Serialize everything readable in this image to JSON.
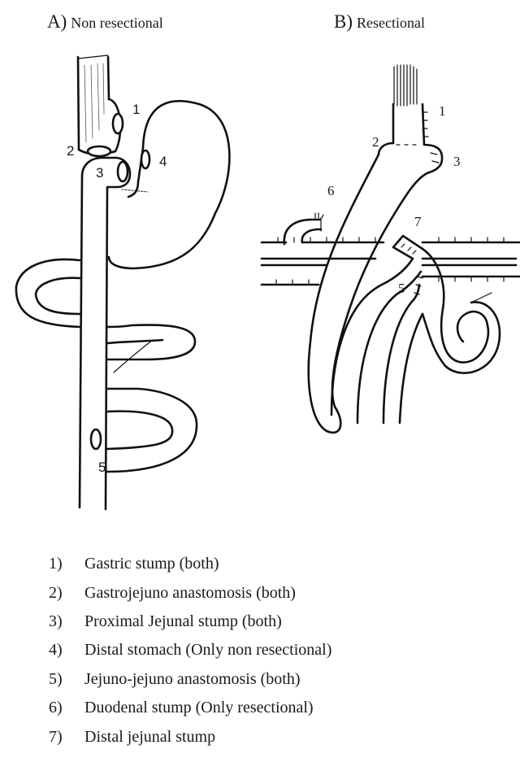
{
  "panels": {
    "a": {
      "letter": "A)",
      "subtitle": "Non resectional",
      "markers": [
        "1",
        "2",
        "3",
        "4",
        "5"
      ]
    },
    "b": {
      "letter": "B)",
      "subtitle": "Resectional",
      "markers": [
        "1",
        "2",
        "3",
        "6",
        "7",
        "5"
      ]
    }
  },
  "legend": [
    {
      "num": "1)",
      "text": "Gastric stump (both)"
    },
    {
      "num": "2)",
      "text": "Gastrojejuno anastomosis (both)"
    },
    {
      "num": "3)",
      "text": "Proximal Jejunal stump (both)"
    },
    {
      "num": "4)",
      "text": "Distal stomach (Only non resectional)"
    },
    {
      "num": "5)",
      "text": "Jejuno-jejuno anastomosis (both)"
    },
    {
      "num": "6)",
      "text": "Duodenal stump (Only resectional)"
    },
    {
      "num": "7)",
      "text": "Distal jejunal stump"
    }
  ]
}
